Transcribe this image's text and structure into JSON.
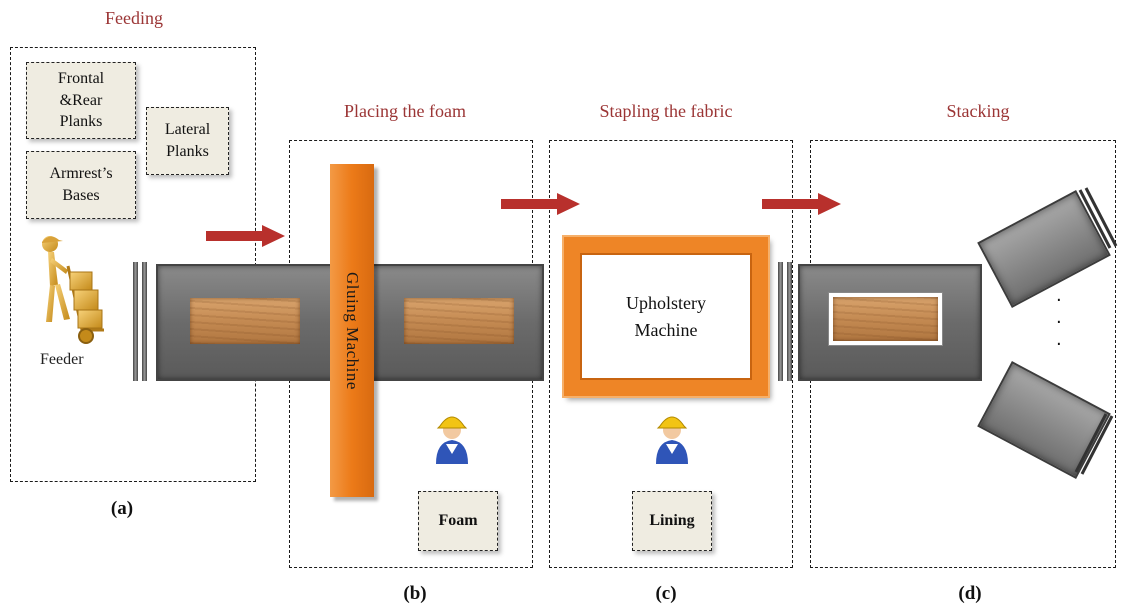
{
  "sections": {
    "feeding": {
      "title": "Feeding",
      "caption": "(a)"
    },
    "placing": {
      "title": "Placing the foam",
      "caption": "(b)"
    },
    "stapling": {
      "title": "Stapling the fabric",
      "caption": "(c)"
    },
    "stacking": {
      "title": "Stacking",
      "caption": "(d)"
    }
  },
  "feeding_items": {
    "frontal_rear": "Frontal\n&Rear\nPlanks",
    "lateral": "Lateral\nPlanks",
    "armrest": "Armrest’s\nBases",
    "feeder": "Feeder"
  },
  "machines": {
    "gluing": "Gluing Machine",
    "upholstery": "Upholstery\nMachine"
  },
  "materials": {
    "foam": "Foam",
    "lining": "Lining"
  },
  "stack_dots": "·\n·\n·",
  "colors": {
    "title_red": "#9b3535",
    "arrow_red": "#b8302c",
    "orange": "#ec7a18",
    "belt_gray": "#6b6b6b"
  },
  "icons": [
    "feeder-figure-icon",
    "worker-icon",
    "arrow-right-icon"
  ]
}
